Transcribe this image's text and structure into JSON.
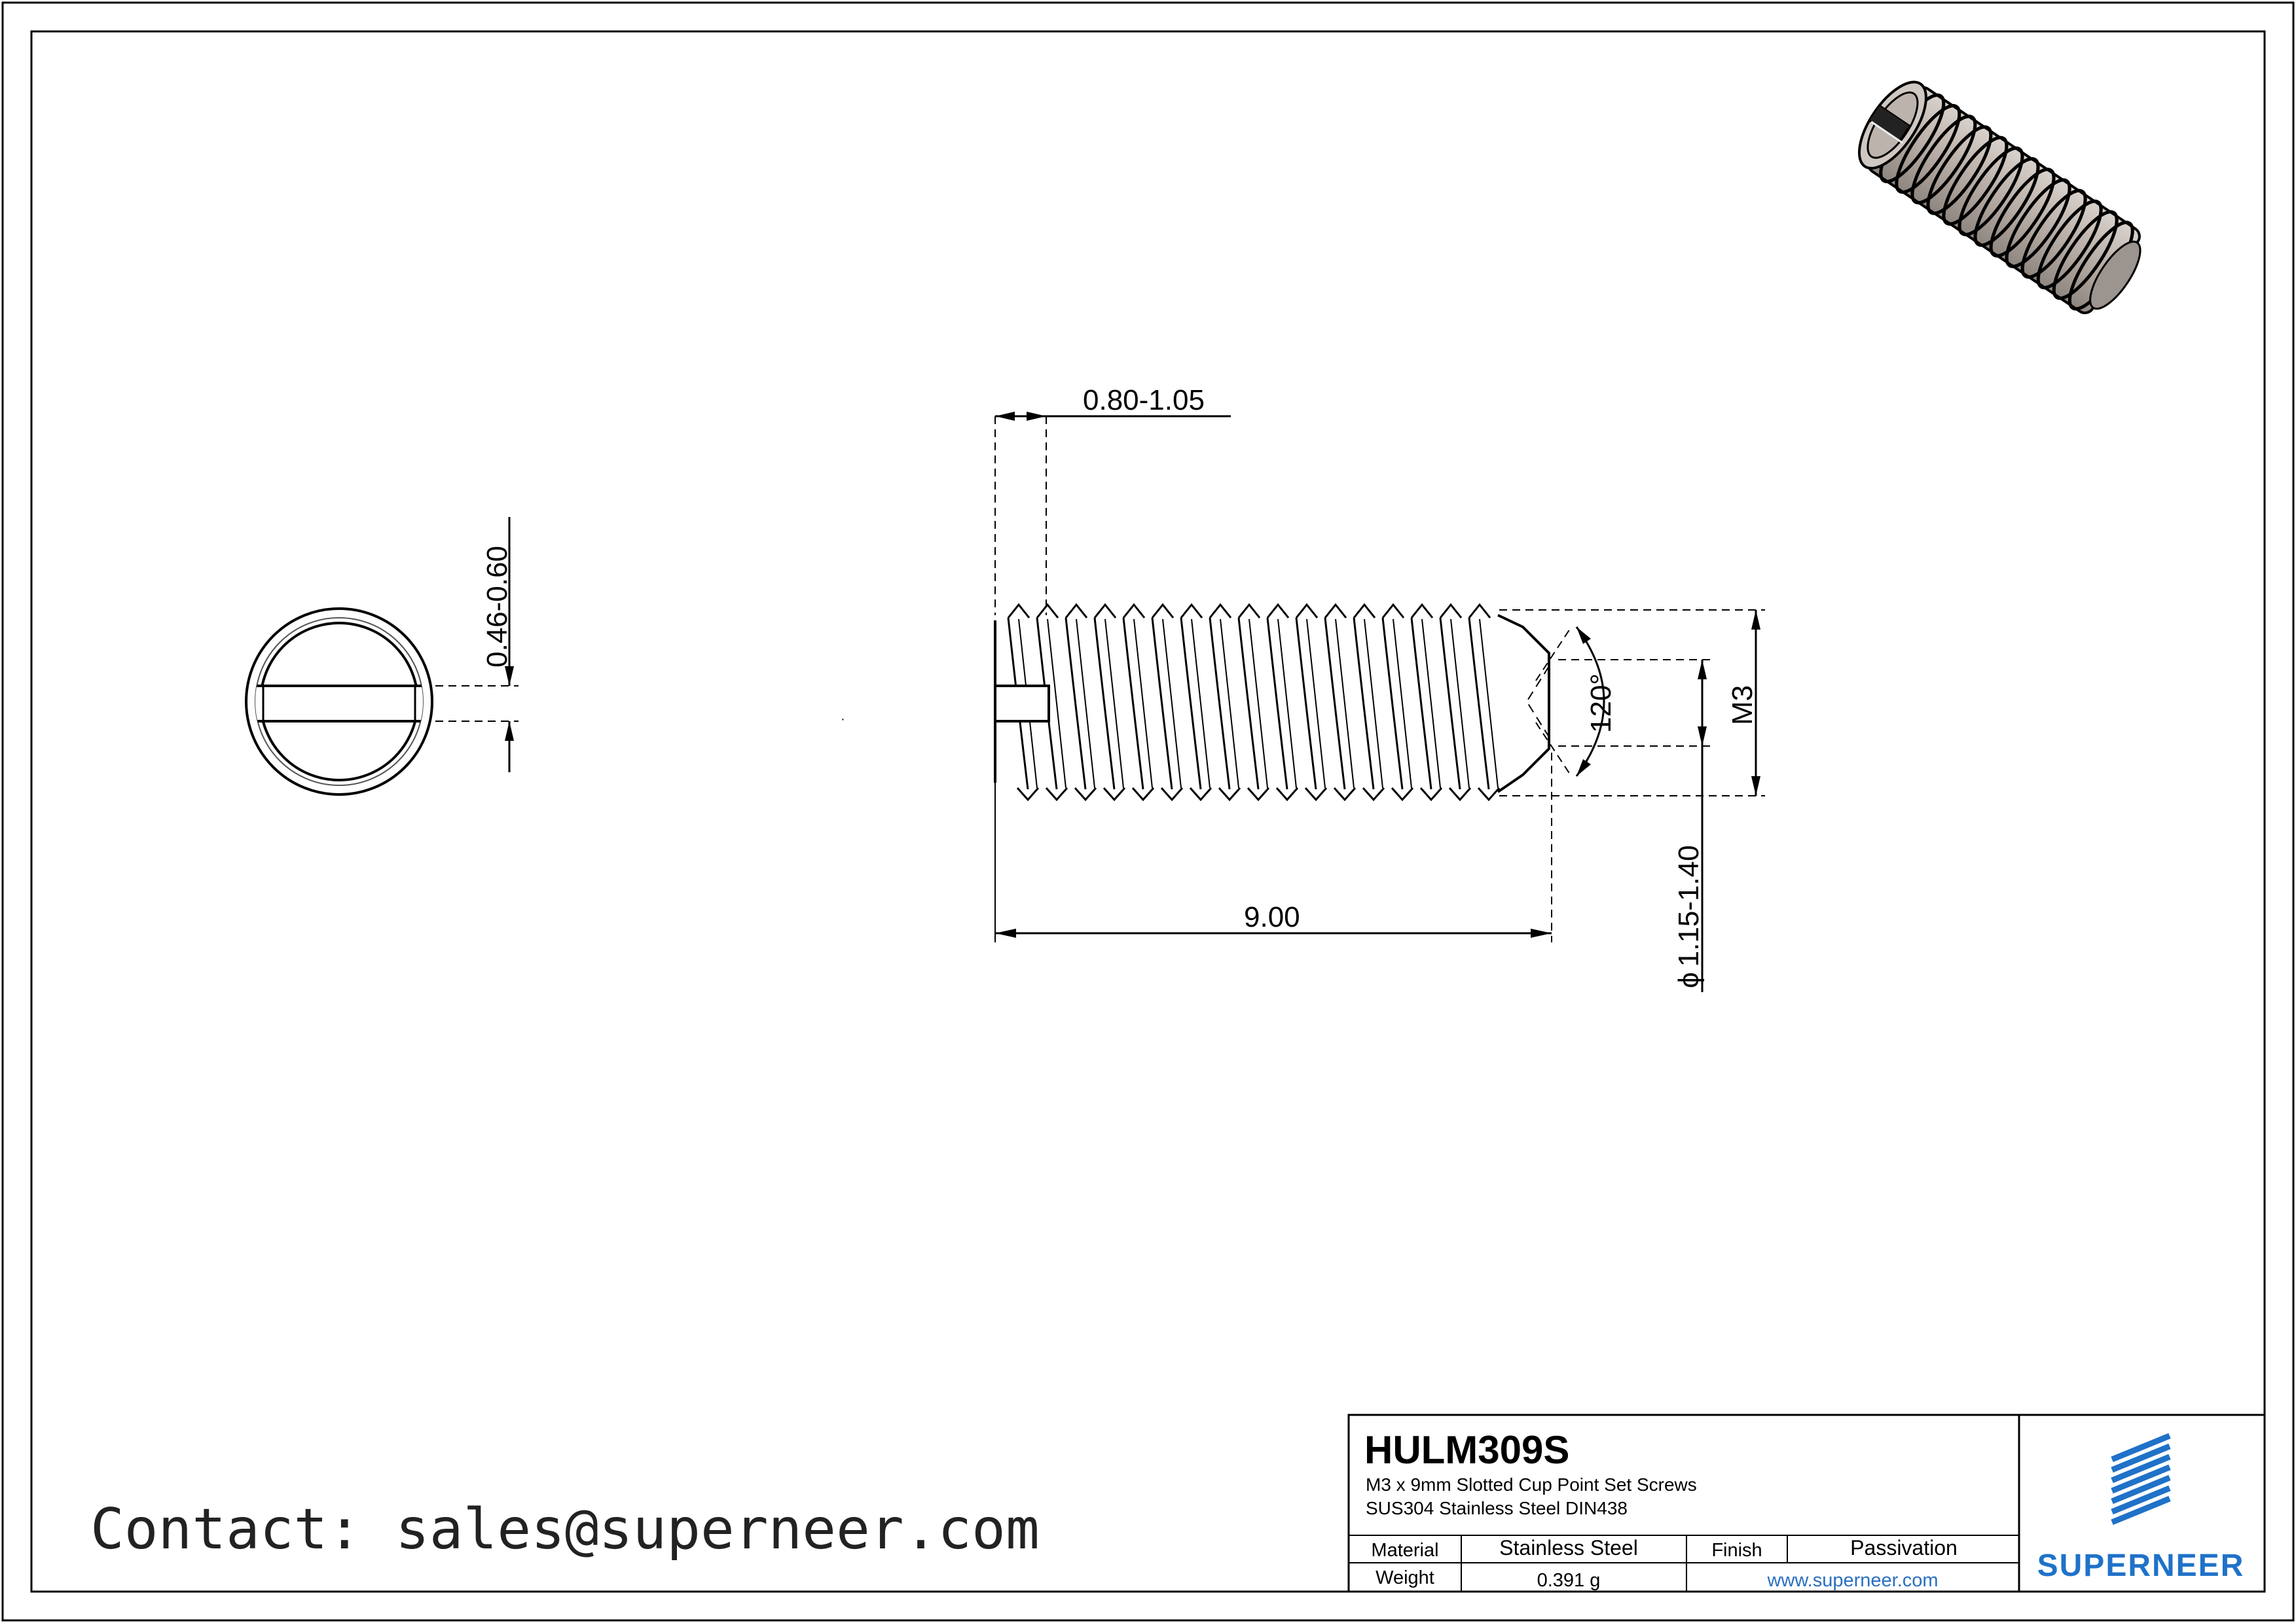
{
  "drawing": {
    "dimensions": {
      "slot_depth": "0.80-1.05",
      "slot_width": "0.46-0.60",
      "length": "9.00",
      "angle": "120°",
      "thread": "M3",
      "cup_diameter": "1.15-1.40",
      "diameter_symbol": "ϕ"
    }
  },
  "title_block": {
    "part_number": "HULM309S",
    "description_line1": "M3 x 9mm Slotted Cup Point Set Screws",
    "description_line2": "SUS304 Stainless Steel DIN438",
    "material_label": "Material",
    "material_value": "Stainless Steel",
    "finish_label": "Finish",
    "finish_value": "Passivation",
    "weight_label": "Weight",
    "weight_value": "0.391 g",
    "website": "www.superneer.com",
    "brand": "SUPERNEER"
  },
  "contact": "Contact: sales@superneer.com",
  "colors": {
    "line": "#000000",
    "brand_blue": "#1f72c8",
    "link_blue": "#2a6fc1",
    "screw_metal": "#b5aba5"
  }
}
